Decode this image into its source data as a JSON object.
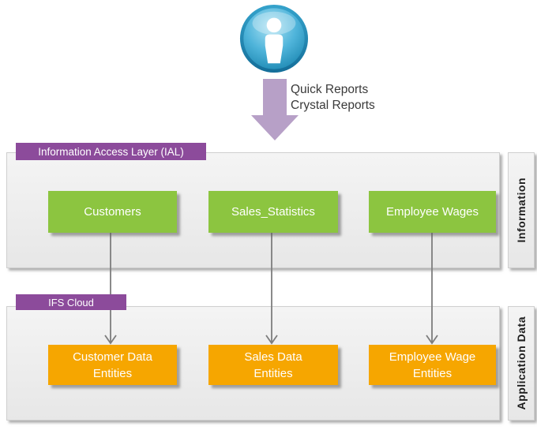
{
  "flow": {
    "reports_line1": "Quick Reports",
    "reports_line2": "Crystal Reports"
  },
  "layers": {
    "ial": {
      "tab": "Information Access Layer (IAL)",
      "side_label": "Information",
      "boxes": [
        "Customers",
        "Sales_Statistics",
        "Employee Wages"
      ]
    },
    "cloud": {
      "tab": "IFS Cloud",
      "side_label": "Application Data",
      "boxes": [
        "Customer Data\nEntities",
        "Sales Data\nEntities",
        "Employee Wage\nEntities"
      ]
    }
  },
  "icons": {
    "user": "person-icon",
    "flow_arrow": "down-arrow-icon",
    "connector": "down-arrow-connector"
  },
  "colors": {
    "purple": "#8C4B9B",
    "mauve": "#B7A0C7",
    "green": "#8CC540",
    "orange": "#F6A600",
    "panel-fill-top": "#F4F4F4",
    "panel-fill-bottom": "#E7E7E7",
    "panel-border": "#CFCFCF",
    "connector-gray": "#7D7D7D",
    "icon-blue": "#2F9DC9"
  }
}
